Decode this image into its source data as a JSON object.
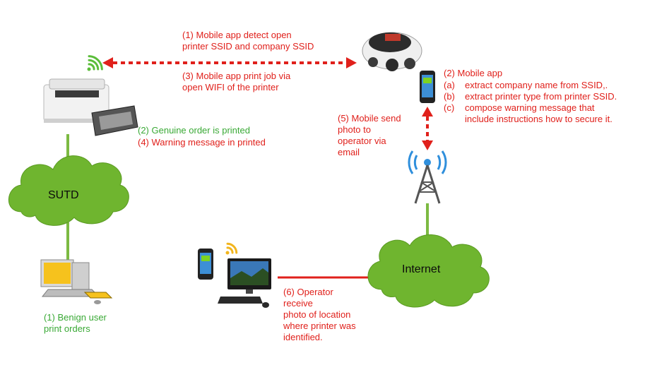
{
  "colors": {
    "red": "#e0201b",
    "green": "#39a935",
    "cloud_fill": "#6fb52f",
    "link_green": "#7cba42",
    "link_red": "#e0201b"
  },
  "icons": {
    "printer": "printer-icon",
    "wifi": "wifi-icon",
    "robot": "robot-vacuum-icon",
    "phone": "smartphone-icon",
    "tower": "radio-tower-icon",
    "desktop": "desktop-computer-icon",
    "all_in_one": "all-in-one-pc-icon",
    "cloud": "cloud-icon"
  },
  "labels": {
    "step1_mobile_detect": [
      "(1) Mobile app detect open",
      "printer SSID and company SSID"
    ],
    "step3_print_job": [
      "(3) Mobile app print job via",
      "open WIFI of the printer"
    ],
    "step2_genuine": "(2) Genuine order is printed",
    "step4_warning": "(4) Warning message in printed",
    "step5_mobile_send": [
      "(5) Mobile send",
      "photo to",
      "operator via",
      "email"
    ],
    "step6_operator": [
      "(6) Operator",
      "receive",
      "photo of location",
      "where printer was",
      "identified."
    ],
    "benign_user": [
      "(1) Benign user",
      "print orders"
    ],
    "mobile_app_title": "(2) Mobile app",
    "mobile_app_steps": [
      {
        "key": "(a)",
        "text": "extract company name from SSID,."
      },
      {
        "key": "(b)",
        "text": "extract printer type from printer SSID."
      },
      {
        "key": "(c)",
        "text": "compose warning message that"
      },
      {
        "key": "",
        "text": "include instructions how to secure it."
      }
    ]
  },
  "clouds": {
    "sutd": "SUTD",
    "internet": "Internet"
  }
}
